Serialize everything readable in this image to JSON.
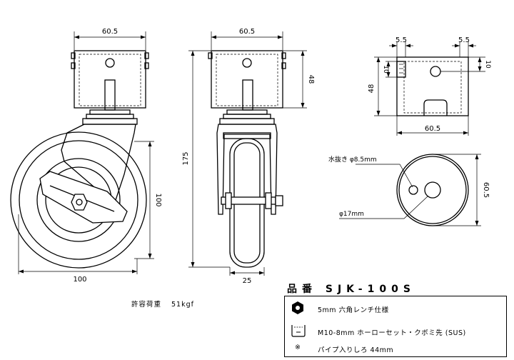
{
  "dimensions": {
    "left_top_width": "60.5",
    "wheel_height": "100",
    "wheel_diameter": "100",
    "mid_top_width": "60.5",
    "mid_plate_height": "48",
    "total_height": "175",
    "wheel_width": "25",
    "bracket_slot_left": "5.5",
    "bracket_slot_right": "5.5",
    "bracket_offset_left": "10",
    "bracket_offset_right": "10",
    "bracket_height": "48",
    "bracket_width": "60.5",
    "bottom_diameter": "60.5",
    "drain_hole": "水抜き φ8.5mm",
    "center_hole": "φ17mm"
  },
  "product": {
    "label": "品番",
    "code": "SJK-100S"
  },
  "load": {
    "label": "許容荷重",
    "value": "51kgf"
  },
  "spec_rows": [
    {
      "icon": "hex-wrench-icon",
      "text": "5mm 六角レンチ仕様"
    },
    {
      "icon": "plate-bracket-icon",
      "text": "M10-8mm ホーローセット・クボミ先 (SUS)"
    },
    {
      "icon": "note-mark",
      "mark": "※",
      "text": "パイプ入りしろ 44mm"
    }
  ]
}
